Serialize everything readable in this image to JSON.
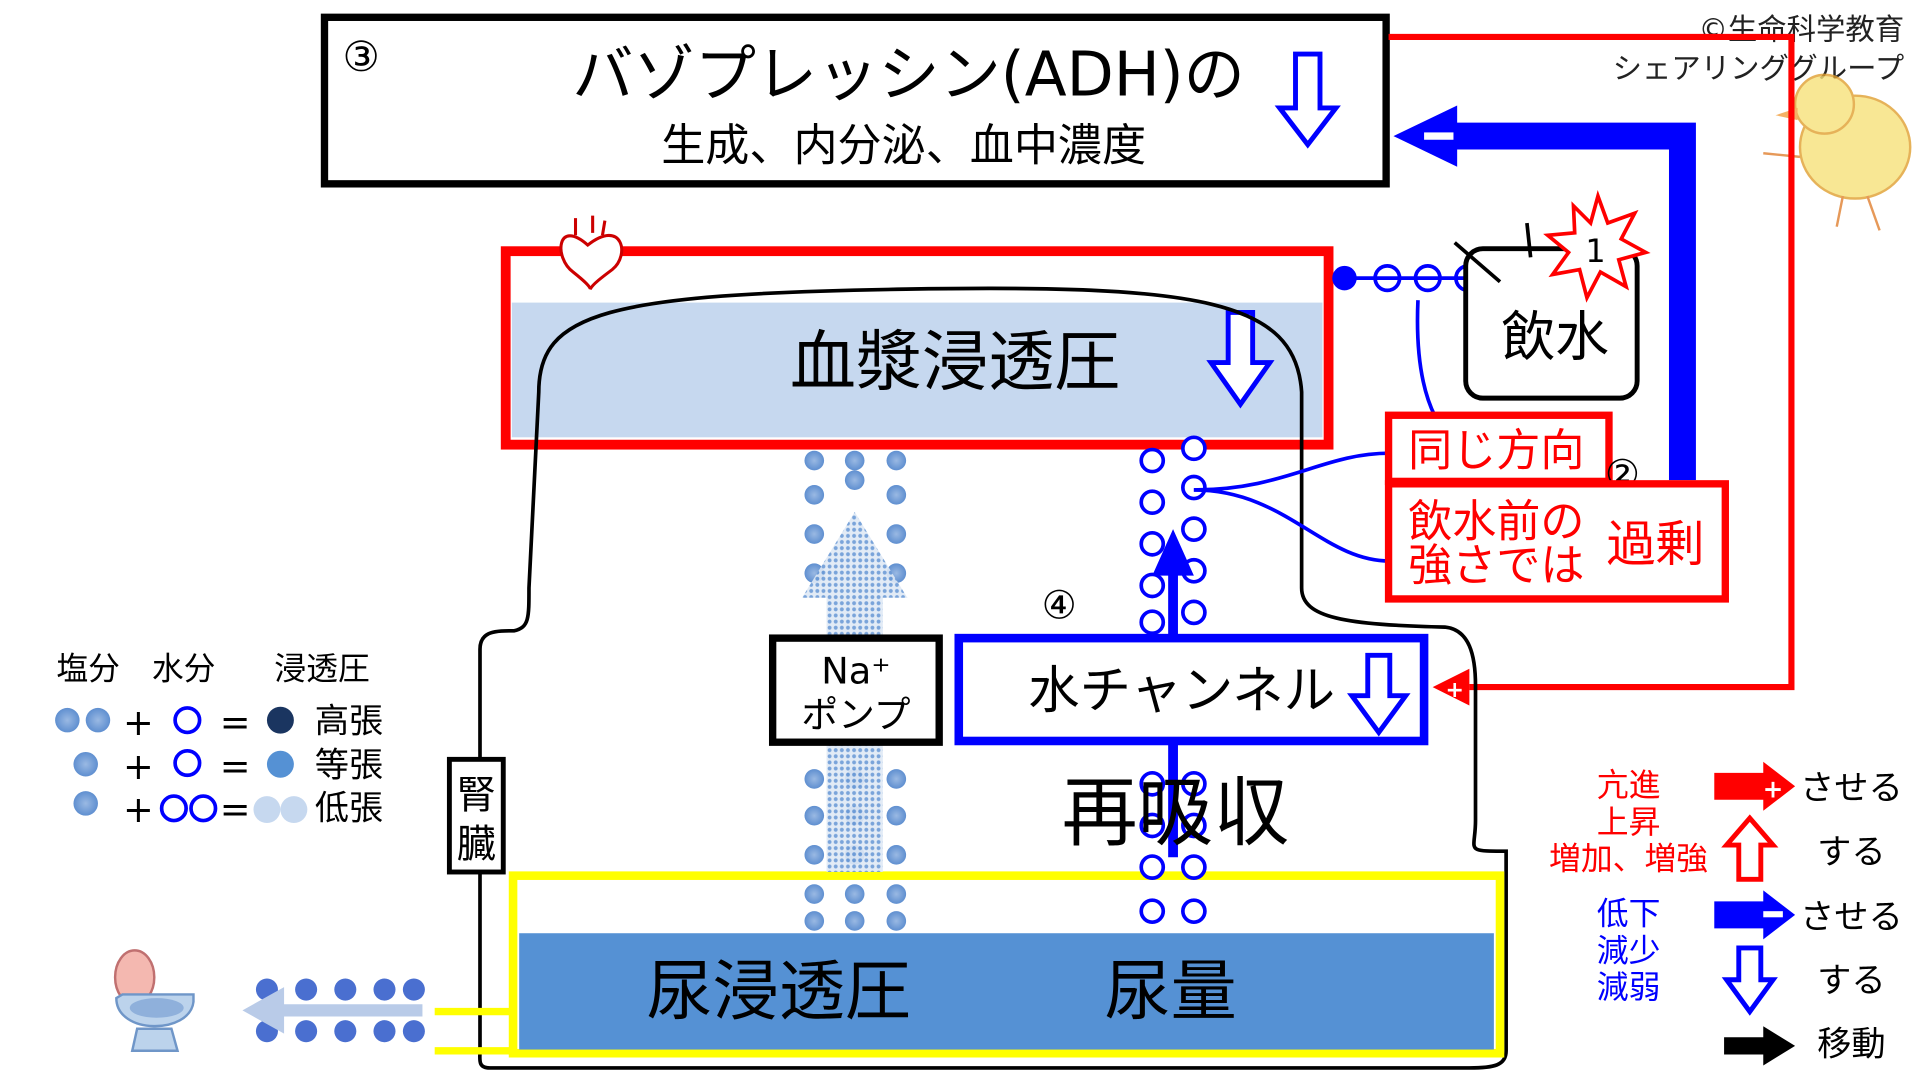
{
  "copyright": {
    "line1": "©生命科学教育",
    "line2": "シェアリンググループ"
  },
  "hormone_box": {
    "step": "③",
    "title": "バゾプレッシン(ADH)の",
    "subtitle": "生成、内分泌、血中濃度"
  },
  "plasma": {
    "label": "血漿浸透圧"
  },
  "drink": {
    "step": "1",
    "label": "飲水"
  },
  "feedback": {
    "same_direction": "同じ方向",
    "step2": "②",
    "excess_line1": "飲水前の",
    "excess_line2": "強さでは",
    "excess_word": "過剰"
  },
  "kidney": {
    "label_line1": "腎",
    "label_line2": "臓",
    "step4": "④",
    "pump_line1": "Na⁺",
    "pump_line2": "ポンプ",
    "channel": "水チャンネル",
    "reabsorption": "再吸収",
    "urine_osmolality": "尿浸透圧",
    "urine_volume": "尿量"
  },
  "left_legend": {
    "headers": [
      "塩分",
      "水分",
      "浸透圧"
    ],
    "rows": [
      {
        "plus": "+",
        "eq": "=",
        "label": "高張"
      },
      {
        "plus": "+",
        "eq": "=",
        "label": "等張"
      },
      {
        "plus": "+",
        "eq": "=",
        "label": "低張"
      }
    ]
  },
  "right_legend": {
    "enhance": [
      "亢進",
      "上昇",
      "増加、増強"
    ],
    "reduce": [
      "低下",
      "減少",
      "減弱"
    ],
    "make_do": "させる",
    "do": "する",
    "move": "移動"
  },
  "colors": {
    "red": "#ff0000",
    "blue": "#0000ff",
    "plasma_fill": "#c6d8ef",
    "urine_fill": "#5591d4",
    "yellow": "#ffff00",
    "dot_blue": "#6b9ad6",
    "hypertonic": "#1a3560",
    "isotonic": "#5591d4",
    "hypotonic": "#c6d8ef"
  }
}
